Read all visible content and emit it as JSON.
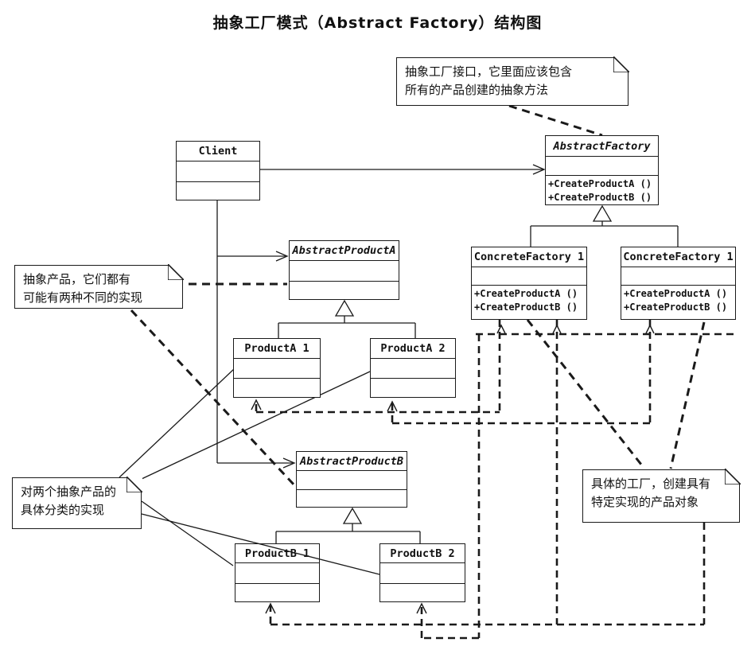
{
  "title": "抽象工厂模式（Abstract Factory）结构图",
  "classes": {
    "client": {
      "name": "Client"
    },
    "abstract_factory": {
      "name": "AbstractFactory",
      "methods": [
        "+CreateProductA ()",
        "+CreateProductB ()"
      ]
    },
    "concrete_factory_1": {
      "name": "ConcreteFactory 1",
      "methods": [
        "+CreateProductA ()",
        "+CreateProductB ()"
      ]
    },
    "concrete_factory_2": {
      "name": "ConcreteFactory 1",
      "methods": [
        "+CreateProductA ()",
        "+CreateProductB ()"
      ]
    },
    "abstract_product_a": {
      "name": "AbstractProductA"
    },
    "product_a1": {
      "name": "ProductA 1"
    },
    "product_a2": {
      "name": "ProductA 2"
    },
    "abstract_product_b": {
      "name": "AbstractProductB"
    },
    "product_b1": {
      "name": "ProductB 1"
    },
    "product_b2": {
      "name": "ProductB 2"
    }
  },
  "notes": {
    "factory_interface": {
      "line1": "抽象工厂接口，它里面应该包含",
      "line2": "所有的产品创建的抽象方法"
    },
    "abstract_products": {
      "line1": "抽象产品，它们都有",
      "line2": "可能有两种不同的实现"
    },
    "concrete_products": {
      "line1": "对两个抽象产品的",
      "line2": "具体分类的实现"
    },
    "concrete_factories": {
      "line1": "具体的工厂，创建具有",
      "line2": "特定实现的产品对象"
    }
  },
  "colors": {
    "line": "#1a1a1a",
    "background": "#ffffff"
  }
}
